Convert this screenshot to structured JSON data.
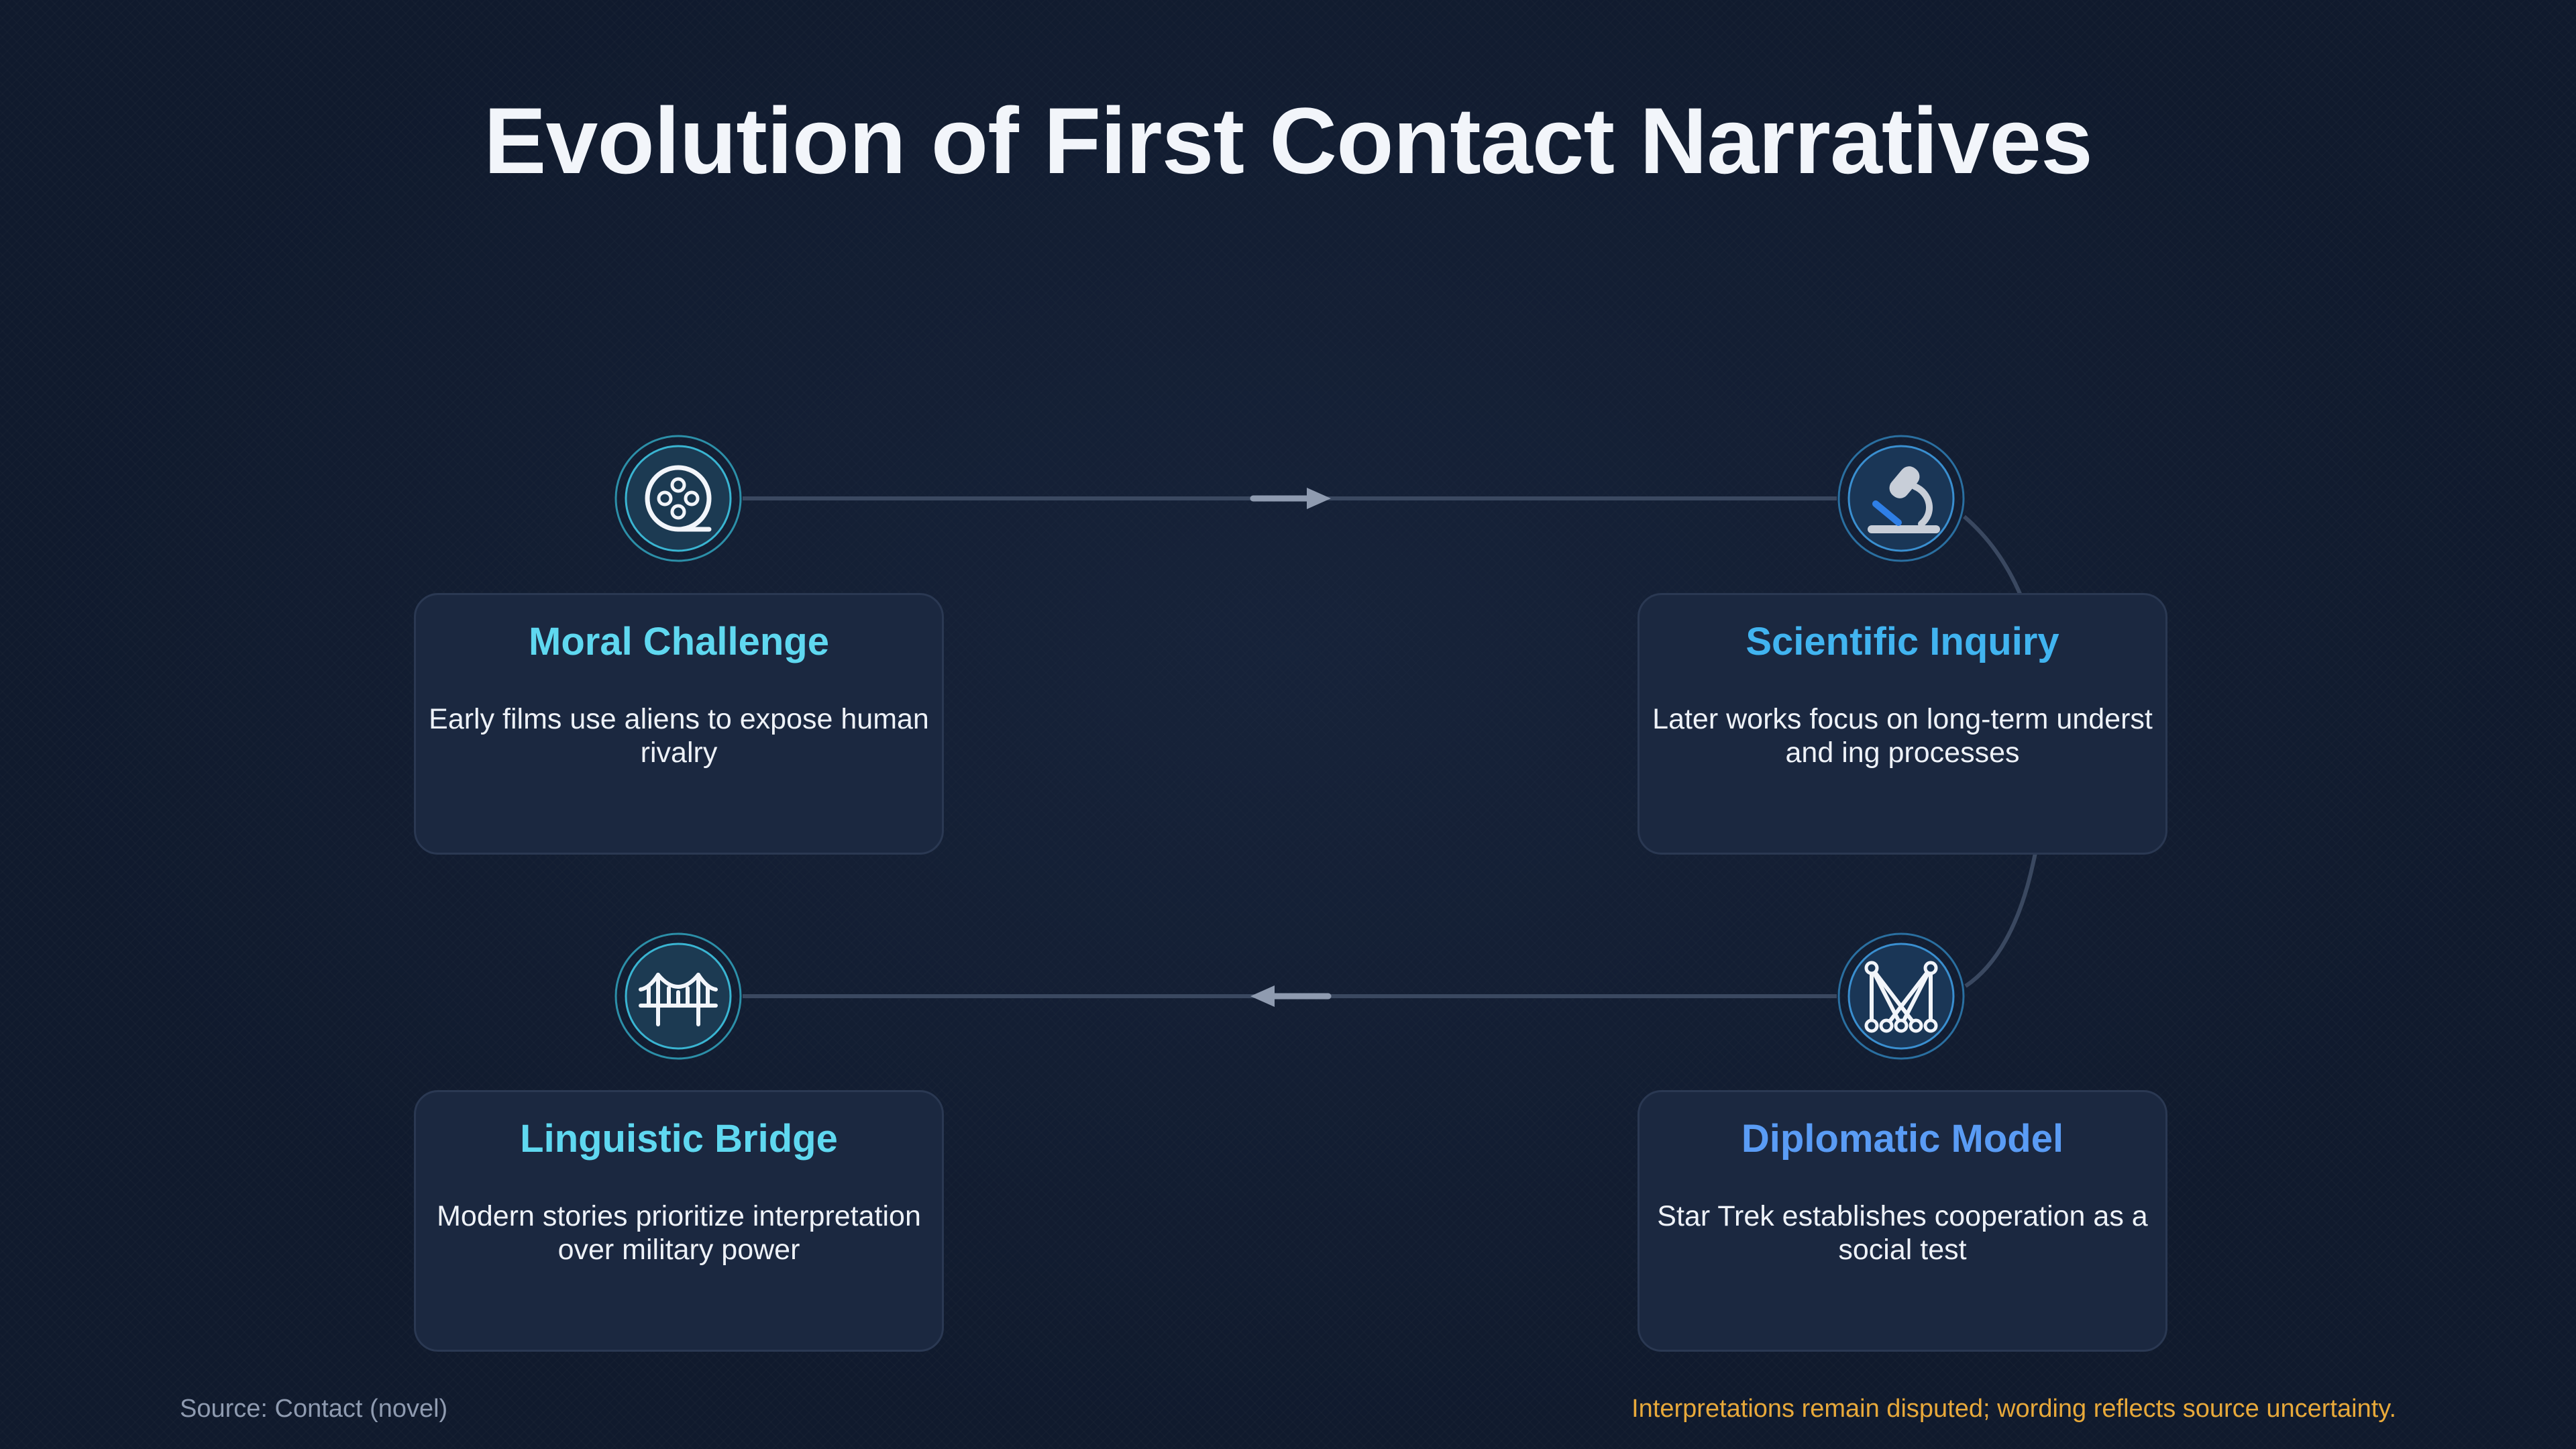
{
  "title": "Evolution of First Contact Narratives",
  "colors": {
    "background": "#101a2d",
    "card_background": "#1b2840",
    "connector": "#3a4860",
    "arrow": "#8f9bb0",
    "footnote_accent": "#e8a93a"
  },
  "steps": [
    {
      "title": "Moral Challenge",
      "description": "Early films use aliens to expose human rivalry",
      "icon": "film-reel-icon",
      "color": "#5fd8f0"
    },
    {
      "title": "Scientific Inquiry",
      "description": "Later works focus on long-term underst and ing processes",
      "icon": "microscope-icon",
      "color": "#41b4f0"
    },
    {
      "title": "Diplomatic Model",
      "description": "Star Trek establishes cooperation as a social test",
      "icon": "network-icon",
      "color": "#5a9cf5"
    },
    {
      "title": "Linguistic Bridge",
      "description": "Modern stories prioritize interpretation over military power",
      "icon": "bridge-icon",
      "color": "#5fd8f0"
    }
  ],
  "footer": {
    "source": "Source: Contact (novel)",
    "note": "Interpretations remain disputed; wording reflects source uncertainty."
  }
}
